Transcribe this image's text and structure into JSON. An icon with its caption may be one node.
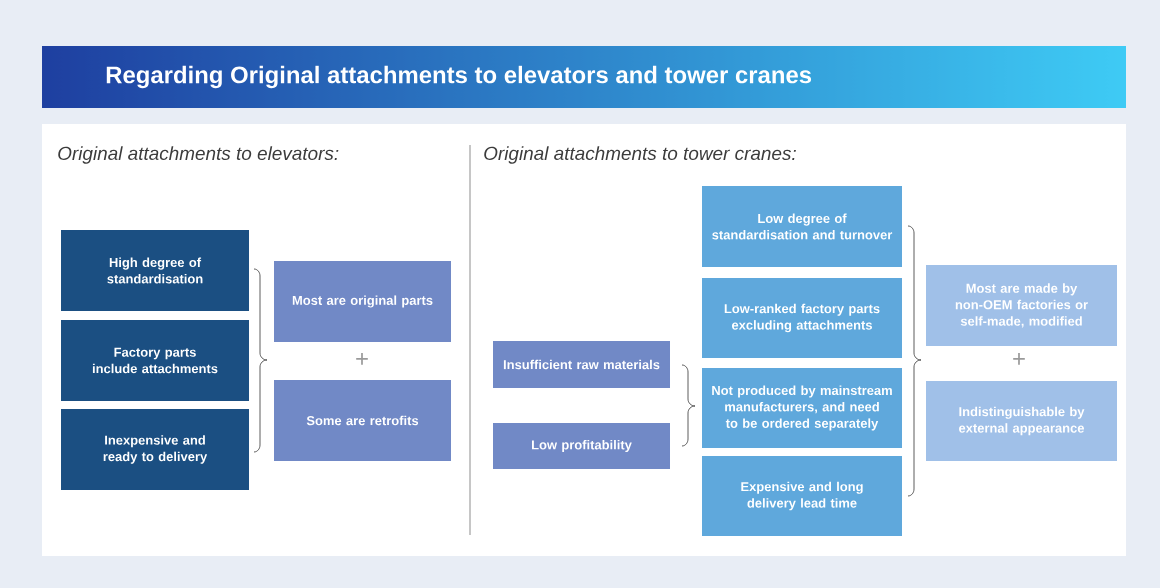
{
  "diagram": {
    "title": "Regarding Original attachments to elevators and tower cranes",
    "nodes": [
      {
        "text": [
          "High degree of standardisation"
        ]
      },
      {
        "text": [
          "Factory parts include attachments"
        ]
      },
      {
        "text": [
          "Inexpensive and ready to delivery"
        ]
      },
      {
        "text": [
          "Most are original parts"
        ]
      },
      {
        "text": [
          "Some are retrofits"
        ]
      },
      {
        "text": [
          "Insufficient raw materials"
        ]
      },
      {
        "text": [
          "Low profitability"
        ]
      },
      {
        "text": [
          "Low degree of standardisation and turnover"
        ]
      },
      {
        "text": [
          "Low-ranked factory parts excluding attachments"
        ]
      },
      {
        "text": [
          "Not produced by mainstream manufacturers, and need to be ordered separately"
        ]
      },
      {
        "text": [
          "Expensive and long delivery lead time"
        ]
      },
      {
        "text": [
          "Most are made by non-OEM factories or self-made, modified"
        ]
      },
      {
        "text": [
          "Indistinguishable by external appearance"
        ]
      }
    ],
    "labels": [
      "Original attachments to elevators:",
      "+",
      "Original attachments to tower cranes:",
      "+"
    ]
  }
}
